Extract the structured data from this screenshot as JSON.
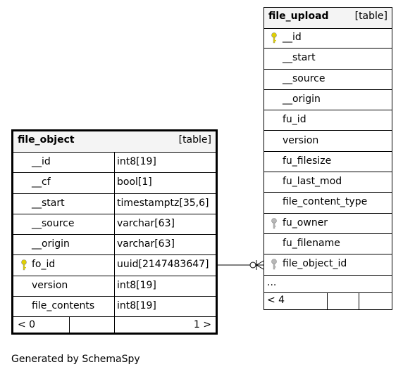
{
  "file_object": {
    "name": "file_object",
    "type_label": "[table]",
    "columns": [
      {
        "name": "__id",
        "type": "int8[19]"
      },
      {
        "name": "__cf",
        "type": "bool[1]"
      },
      {
        "name": "__start",
        "type": "timestamptz[35,6]"
      },
      {
        "name": "__source",
        "type": "varchar[63]"
      },
      {
        "name": "__origin",
        "type": "varchar[63]"
      },
      {
        "name": "fo_id",
        "type": "uuid[2147483647]",
        "icon": "primary-key-icon"
      },
      {
        "name": "version",
        "type": "int8[19]"
      },
      {
        "name": "file_contents",
        "type": "int8[19]"
      }
    ],
    "footer_left": "< 0",
    "footer_right": "1 >"
  },
  "file_upload": {
    "name": "file_upload",
    "type_label": "[table]",
    "columns": [
      {
        "name": "__id",
        "icon": "primary-key-icon"
      },
      {
        "name": "__start"
      },
      {
        "name": "__source"
      },
      {
        "name": "__origin"
      },
      {
        "name": "fu_id"
      },
      {
        "name": "version"
      },
      {
        "name": "fu_filesize"
      },
      {
        "name": "fu_last_mod"
      },
      {
        "name": "file_content_type"
      },
      {
        "name": "fu_owner",
        "icon": "foreign-key-icon"
      },
      {
        "name": "fu_filename"
      },
      {
        "name": "file_object_id",
        "icon": "foreign-key-icon"
      }
    ],
    "ellipsis": "...",
    "footer_left": "< 4"
  },
  "colors": {
    "primary_key": "#e0d000",
    "foreign_key": "#b8b8b8",
    "header_bg": "#f4f4f4"
  },
  "generated_by": "Generated by SchemaSpy"
}
